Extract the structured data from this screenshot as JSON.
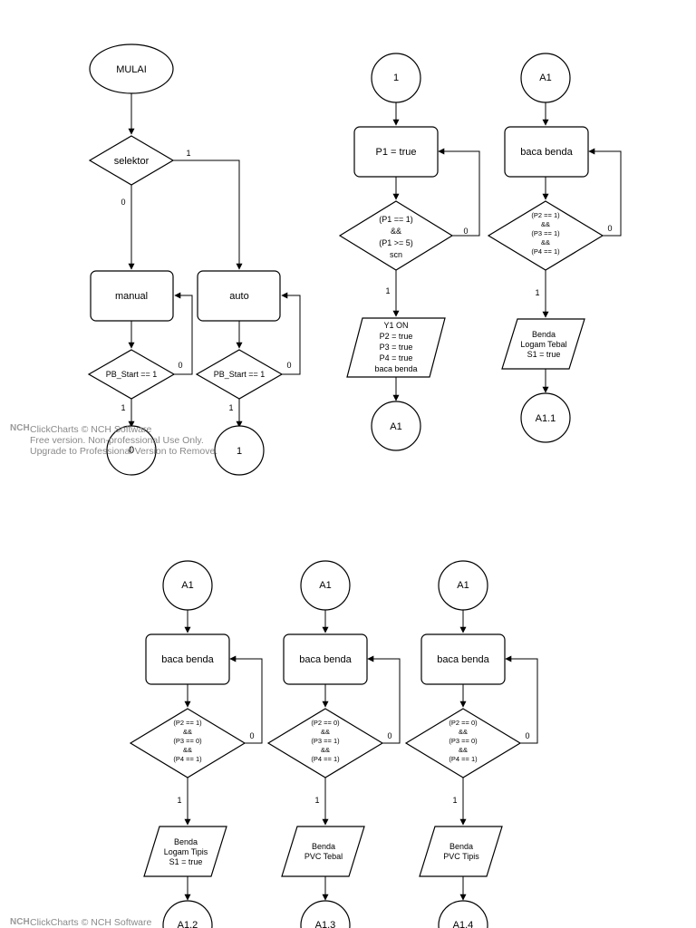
{
  "top_left": {
    "start": "MULAI",
    "selector": "selektor",
    "sel_yes": "1",
    "sel_no": "0",
    "manual": "manual",
    "auto": "auto",
    "pb_manual": "PB_Start == 1",
    "pb_auto": "PB_Start == 1",
    "pb_manual_no": "0",
    "pb_auto_no": "0",
    "pb_manual_yes": "1",
    "pb_auto_yes": "1",
    "conn_manual": "0",
    "conn_auto": "1"
  },
  "top_mid": {
    "start": "1",
    "process": "P1 = true",
    "decision": [
      "(P1 == 1)",
      "&&",
      "(P1 >= 5)",
      "scn"
    ],
    "no": "0",
    "yes": "1",
    "io": [
      "Y1 ON",
      "P2 = true",
      "P3 =  true",
      "P4 = true",
      "baca benda"
    ],
    "end": "A1"
  },
  "top_right": {
    "start": "A1",
    "process": "baca benda",
    "decision": [
      "(P2 == 1)",
      "&&",
      "(P3 == 1)",
      "&&",
      "(P4 == 1)"
    ],
    "no": "0",
    "yes": "1",
    "io": [
      "Benda",
      "Logam Tebal",
      "S1 = true"
    ],
    "end": "A1.1"
  },
  "bottom": [
    {
      "start": "A1",
      "process": "baca benda",
      "decision": [
        "(P2 == 1)",
        "&&",
        "(P3 == 0)",
        "&&",
        "(P4 == 1)"
      ],
      "no": "0",
      "yes": "1",
      "io": [
        "Benda",
        "Logam Tipis",
        "S1 = true"
      ],
      "end": "A1.2"
    },
    {
      "start": "A1",
      "process": "baca benda",
      "decision": [
        "(P2 == 0)",
        "&&",
        "(P3 == 1)",
        "&&",
        "(P4 == 1)"
      ],
      "no": "0",
      "yes": "1",
      "io": [
        "Benda",
        "PVC Tebal"
      ],
      "end": "A1.3"
    },
    {
      "start": "A1",
      "process": "baca benda",
      "decision": [
        "(P2 == 0)",
        "&&",
        "(P3 == 0)",
        "&&",
        "(P4 == 1)"
      ],
      "no": "0",
      "yes": "1",
      "io": [
        "Benda",
        "PVC Tipis"
      ],
      "end": "A1.4"
    }
  ],
  "watermark": {
    "logo": "NCH",
    "line1": "ClickCharts © NCH Software",
    "line2": "Free version. Non-professional Use Only.",
    "line3": "Upgrade to Professional Version to Remove."
  }
}
